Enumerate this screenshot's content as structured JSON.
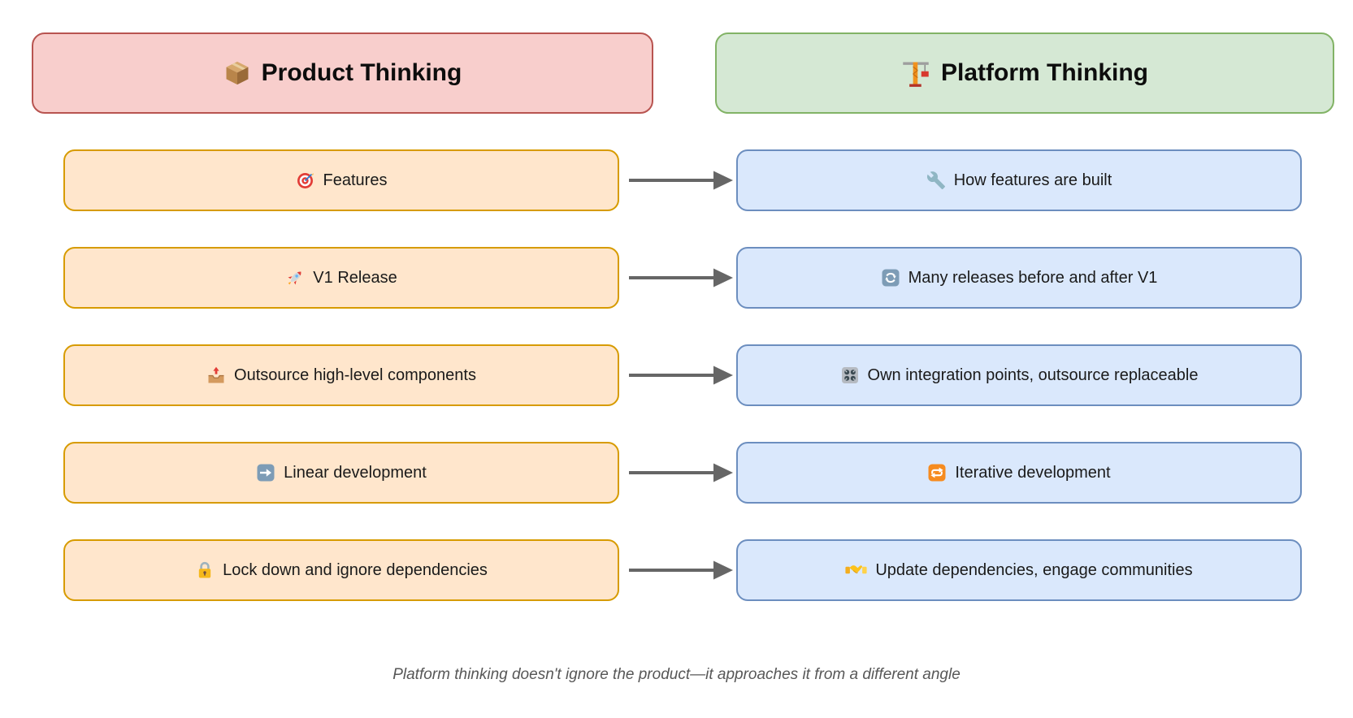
{
  "headers": {
    "product": {
      "icon": "package-icon",
      "label": "Product Thinking"
    },
    "platform": {
      "icon": "crane-icon",
      "label": "Platform Thinking"
    }
  },
  "rows": [
    {
      "left": {
        "icon": "target-icon",
        "label": "Features"
      },
      "right": {
        "icon": "wrench-icon",
        "label": "How features are built"
      }
    },
    {
      "left": {
        "icon": "rocket-icon",
        "label": "V1 Release"
      },
      "right": {
        "icon": "cycle-arrows-icon",
        "label": "Many releases before and after V1"
      }
    },
    {
      "left": {
        "icon": "outbox-tray-icon",
        "label": "Outsource high-level components"
      },
      "right": {
        "icon": "control-knobs-icon",
        "label": "Own integration points, outsource replaceable"
      }
    },
    {
      "left": {
        "icon": "right-arrow-icon",
        "label": "Linear development"
      },
      "right": {
        "icon": "repeat-icon",
        "label": "Iterative development"
      }
    },
    {
      "left": {
        "icon": "lock-icon",
        "label": "Lock down and ignore dependencies"
      },
      "right": {
        "icon": "handshake-icon",
        "label": "Update dependencies, engage communities"
      }
    }
  ],
  "caption": "Platform thinking doesn't ignore the product—it approaches it from a different angle",
  "colors": {
    "product_header_fill": "#f8cecc",
    "product_header_stroke": "#b85450",
    "platform_header_fill": "#d5e8d4",
    "platform_header_stroke": "#82b366",
    "product_cell_fill": "#ffe6cc",
    "product_cell_stroke": "#d79b00",
    "platform_cell_fill": "#dae8fc",
    "platform_cell_stroke": "#6c8ebf",
    "arrow": "#666666",
    "caption_text": "#575757"
  }
}
